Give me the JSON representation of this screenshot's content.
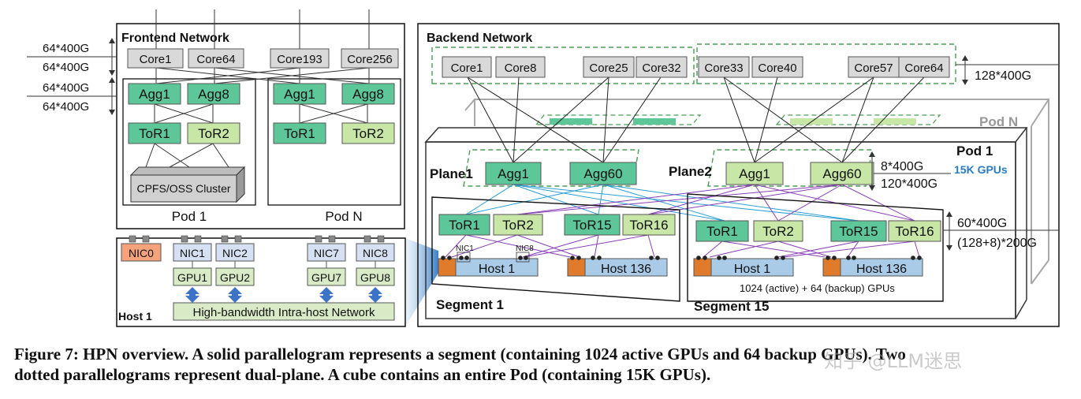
{
  "colors": {
    "core": "#d9d9d9",
    "agg": "#5ec79a",
    "tor_light": "#c8e6a6",
    "host": "#a9cbe8",
    "nic_blue": "#d5e1f2",
    "nic_orange": "#f4a37c",
    "host_port": "#e07b2c",
    "plane1_link": "#2a9fd6",
    "plane2_link": "#8a3fb8",
    "pod_label": "#999999",
    "gpu_count": "#2a7cc0"
  },
  "frontend": {
    "title": "Frontend Network",
    "cores": [
      "Core1",
      "Core64",
      "Core193",
      "Core256"
    ],
    "pod1": {
      "aggs": [
        "Agg1",
        "Agg8"
      ],
      "tors": [
        "ToR1",
        "ToR2"
      ],
      "storage": "CPFS/OSS Cluster",
      "label": "Pod 1"
    },
    "podn": {
      "aggs": [
        "Agg1",
        "Agg8"
      ],
      "tors": [
        "ToR1",
        "ToR2"
      ],
      "label": "Pod N"
    },
    "bw": [
      "64*400G",
      "64*400G",
      "64*400G",
      "64*400G"
    ]
  },
  "host": {
    "label": "Host 1",
    "nics": [
      "NIC0",
      "NIC1",
      "NIC2",
      "NIC7",
      "NIC8"
    ],
    "gpus": [
      "GPU1",
      "GPU2",
      "GPU7",
      "GPU8"
    ],
    "intra": "High-bandwidth Intra-host Network"
  },
  "backend": {
    "title": "Backend Network",
    "cores": [
      "Core1",
      "Core8",
      "Core25",
      "Core32",
      "Core33",
      "Core40",
      "Core57",
      "Core64"
    ],
    "core_bw": "128*400G",
    "pod_n_label": "Pod N",
    "pod1_label": "Pod 1",
    "pod1_gpus": "15K GPUs",
    "plane1": {
      "label": "Plane1",
      "aggs": [
        "Agg1",
        "Agg60"
      ]
    },
    "plane2": {
      "label": "Plane2",
      "aggs": [
        "Agg1",
        "Agg60"
      ]
    },
    "agg_bw_up": "8*400G",
    "agg_bw_down": "120*400G",
    "tor_bw_up": "60*400G",
    "tor_bw_down": "(128+8)*200G",
    "segment1": {
      "label": "Segment 1",
      "tors": [
        "ToR1",
        "ToR2",
        "ToR15",
        "ToR16"
      ],
      "hosts": [
        "Host 1",
        "Host 136"
      ],
      "nic_labels": [
        "NIC1",
        "NIC8"
      ]
    },
    "segment15": {
      "label": "Segment 15",
      "tors": [
        "ToR1",
        "ToR2",
        "ToR15",
        "ToR16"
      ],
      "hosts": [
        "Host 1",
        "Host 136"
      ],
      "gpu_note": "1024 (active) + 64 (backup) GPUs"
    }
  },
  "caption": {
    "line1": "Figure 7: HPN overview. A solid parallelogram represents a segment (containing 1024 active GPUs and 64 backup GPUs). Two",
    "line2": "dotted parallelograms represent dual-plane. A cube contains an entire Pod (containing 15K GPUs)."
  },
  "watermark": "知乎 @LLM迷思"
}
